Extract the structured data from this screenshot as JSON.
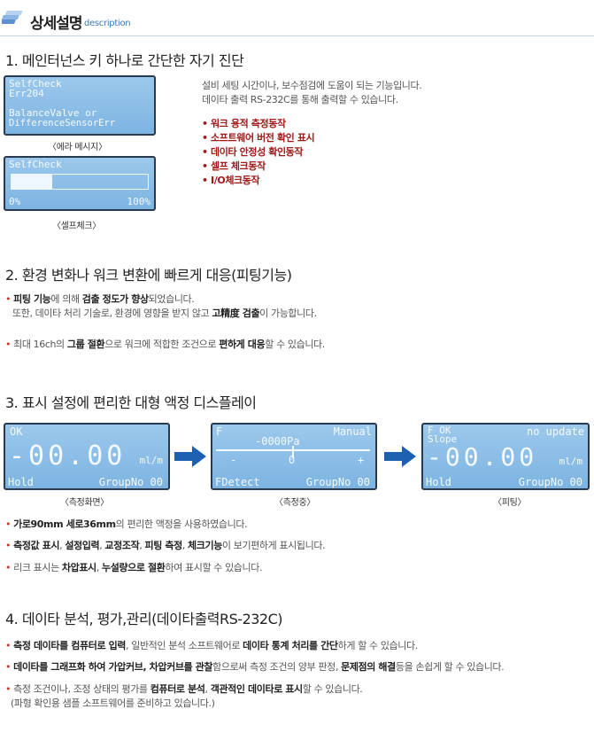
{
  "header": {
    "title": "상세설명",
    "subtitle": "description"
  },
  "sections": {
    "s1": {
      "title": "1. 메인터넌스 키 하나로 간단한 자기 진단"
    },
    "s2": {
      "title": "2. 환경 변화나 워크 변환에 빠르게 대응(피팅기능)"
    },
    "s3": {
      "title": "3. 표시 설정에 편리한 대형 액정 디스플레이"
    },
    "s4": {
      "title": "4. 데이타 분석, 평가,관리(데이타출력RS-232C)"
    }
  },
  "lcd_error": {
    "line1": "SelfCheck",
    "line2": "Err204",
    "line3": "BalanceValve or",
    "line4": "DifferenceSensorErr",
    "caption": "〈에라 메시지〉"
  },
  "lcd_selfcheck": {
    "line1": "SelfCheck",
    "left": "0%",
    "right": "100%",
    "progress": 0.3,
    "caption": "〈셀프체크〉"
  },
  "s1_text": {
    "p1": "설비 세팅 시간이나, 보수점검에 도움이 되는 기능입니다.",
    "p2": "데이타 출력 RS-232C를 통해 출력할 수 있습니다.",
    "list": [
      "• 워크 용적 측정동작",
      "• 소프트웨어 버전 확인 표시",
      "• 데이타 안정성 확인동작",
      "• 셀프 체크동작",
      "• I/O체크동작"
    ]
  },
  "s2_text": {
    "b1_pre": "피팅 기능",
    "b1_mid1": "에 의해 ",
    "b1_bold1": "검출 정도가 향상",
    "b1_post": "되었습니다.",
    "b1_l2_pre": "또한, 데이타 처리 기술로, 환경에 영향을 받지 않고 ",
    "b1_l2_bold": "고精度 검출",
    "b1_l2_post": "이 가능합니다.",
    "b2_pre": "최대 16ch의 ",
    "b2_bold1": "그룹 절환",
    "b2_mid": "으로 워크에 적합한 조건으로 ",
    "b2_bold2": "편하게 대응",
    "b2_post": "할 수 있습니다."
  },
  "lcd_measure": {
    "top_left": "OK",
    "value": "-00.00",
    "unit": "ml/m",
    "bottom_left": "Hold",
    "bottom_right": "GroupNo 00",
    "caption": "〈측정화면〉"
  },
  "lcd_measuring": {
    "top_left": "F",
    "top_right": "Manual",
    "value": "-0000Pa",
    "minus": "-",
    "zero": "0",
    "plus": "+",
    "bottom_left": "FDetect",
    "bottom_right": "GroupNo 00",
    "caption": "〈측정중〉"
  },
  "lcd_fitting": {
    "top_left": "F  OK",
    "top_left2": "Slope",
    "top_right": "no update",
    "value": "-00.00",
    "unit": "ml/m",
    "bottom_left": "Hold",
    "bottom_right": "GroupNo 00",
    "caption": "〈피팅〉"
  },
  "s3_text": {
    "b1_bold": "가로90mm 세로36mm",
    "b1_post": "의 편리한 액정을 사용하였습니다.",
    "b2_bold1": "측정값 표시",
    "b2_sep1": ", ",
    "b2_bold2": "설정입력",
    "b2_sep2": ", ",
    "b2_bold3": "교정조작",
    "b2_sep3": ", ",
    "b2_bold4": "피팅 측정",
    "b2_sep4": ", ",
    "b2_bold5": "체크기능",
    "b2_post": "이 보기편하게 표시됩니다.",
    "b3_pre": "리크 표시는 ",
    "b3_bold1": "차압표시",
    "b3_mid": ", ",
    "b3_bold2": "누설량으로 절환",
    "b3_post": "하여 표시할 수 있습니다."
  },
  "s4_text": {
    "b1_bold1": "측정 데이타를 컴퓨터로 입력",
    "b1_mid": ", 일반적인 분석 소프트웨어로 ",
    "b1_bold2": "데이타 통계 처리를 간단",
    "b1_post": "하게 할 수 있습니다.",
    "b2_bold1": "데이타를 그래프화 하여 가압커브, 차압커브를 관찰",
    "b2_mid": "함으로써 측정 조건의 양부 판정, ",
    "b2_bold2": "문제점의 해결",
    "b2_post": "등을 손쉽게 할 수 있습니다.",
    "b3_pre": "측정 조건이나, 조정 상태의 평가를 ",
    "b3_bold1": "컴퓨터로 분석",
    "b3_mid": ", ",
    "b3_bold2": "객관적인 데이타로 표시",
    "b3_post": "할 수 있습니다.",
    "b3_l2": "(파형 확인용 샘플 소프트웨어를 준비하고 있습니다.)"
  },
  "colors": {
    "lcd_bg": "#8ec0ea",
    "arrow": "#1d5fb0",
    "accent_red": "#a01818"
  }
}
